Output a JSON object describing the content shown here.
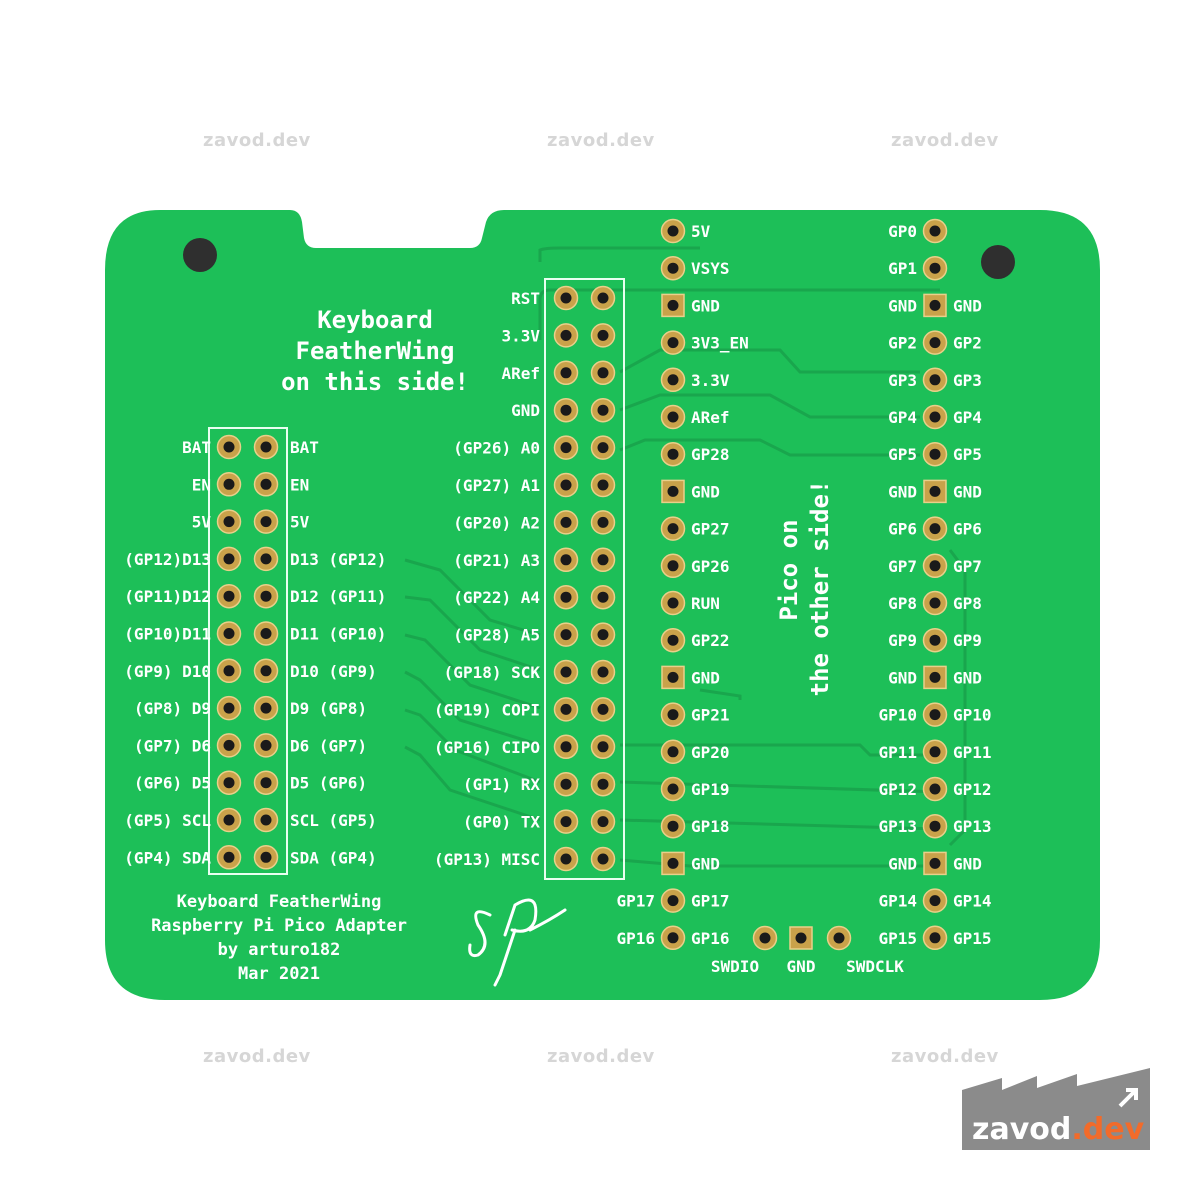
{
  "watermark": "zavod.dev",
  "colors": {
    "board": "#1cc05a",
    "trace": "#18a94f",
    "pad": "#c9a24a",
    "silk": "#ffffff"
  },
  "headline_left": [
    "Keyboard",
    "FeatherWing",
    "on this side!"
  ],
  "headline_right": [
    "Pico on",
    "the other side!"
  ],
  "credits": [
    "Keyboard FeatherWing",
    "Raspberry Pi Pico Adapter",
    "by arturo182",
    "Mar 2021"
  ],
  "left_header": {
    "left_labels": [
      "BAT",
      "EN",
      "5V",
      "(GP12)D13",
      "(GP11)D12",
      "(GP10)D11",
      "(GP9) D10",
      "(GP8) D9",
      "(GP7) D6",
      "(GP6) D5",
      "(GP5) SCL",
      "(GP4) SDA"
    ],
    "right_labels": [
      "BAT",
      "EN",
      "5V",
      "D13 (GP12)",
      "D12 (GP11)",
      "D11 (GP10)",
      "D10 (GP9)",
      "D9 (GP8)",
      "D6 (GP7)",
      "D5 (GP6)",
      "SCL (GP5)",
      "SDA (GP4)"
    ]
  },
  "mid_header": {
    "labels": [
      "RST",
      "3.3V",
      "ARef",
      "GND",
      "(GP26) A0",
      "(GP27) A1",
      "(GP20) A2",
      "(GP21) A3",
      "(GP22) A4",
      "(GP28) A5",
      "(GP18) SCK",
      "(GP19) COPI",
      "(GP16) CIPO",
      "(GP1) RX",
      "(GP0) TX",
      "(GP13) MISC"
    ]
  },
  "pico_left": {
    "labels": [
      "5V",
      "VSYS",
      "GND",
      "3V3_EN",
      "3.3V",
      "ARef",
      "GP28",
      "GND",
      "GP27",
      "GP26",
      "RUN",
      "GP22",
      "GND",
      "GP21",
      "GP20",
      "GP19",
      "GP18",
      "GND",
      "GP17",
      "GP16"
    ],
    "extra": {
      "GP17": "GP17",
      "GP16": "GP16"
    }
  },
  "pico_right": {
    "left_labels": [
      "GP0",
      "GP1",
      "GND",
      "GP2",
      "GP3",
      "GP4",
      "GP5",
      "GND",
      "GP6",
      "GP7",
      "GP8",
      "GP9",
      "GND",
      "GP10",
      "GP11",
      "GP12",
      "GP13",
      "GND",
      "GP14",
      "GP15"
    ],
    "right_labels": [
      "",
      "",
      "GND",
      "GP2",
      "GP3",
      "GP4",
      "GP5",
      "GND",
      "GP6",
      "GP7",
      "GP8",
      "GP9",
      "GND",
      "GP10",
      "GP11",
      "GP12",
      "GP13",
      "GND",
      "GP14",
      "GP15"
    ]
  },
  "swd": [
    "SWDIO",
    "GND",
    "SWDCLK"
  ],
  "logo": {
    "name": "zavod",
    "tld": ".dev"
  }
}
